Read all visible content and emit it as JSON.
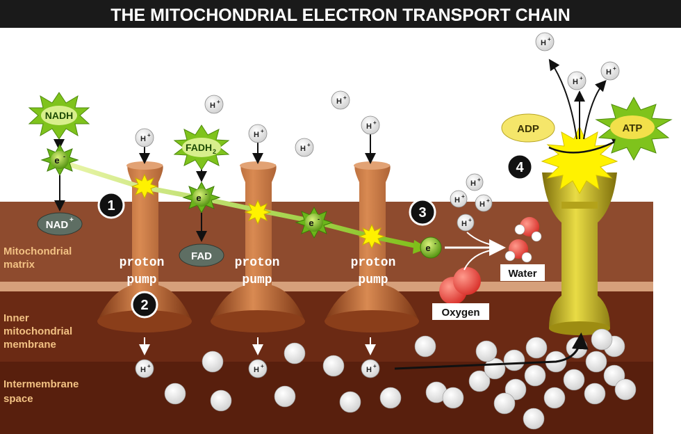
{
  "title": "THE MITOCHONDRIAL ELECTRON TRANSPORT CHAIN",
  "regions": {
    "matrix": "Mitochondrial matrix",
    "matrix_l1": "Mitochondrial",
    "matrix_l2": "matrix",
    "membrane_l1": "Inner",
    "membrane_l2": "mitochondrial",
    "membrane_l3": "membrane",
    "ims_l1": "Intermembrane",
    "ims_l2": "space"
  },
  "molecules": {
    "nadh": "NADH",
    "nad": "NAD",
    "nad_sup": "+",
    "fadh": "FADH",
    "fadh_sub": "2",
    "fad": "FAD",
    "electron": "e",
    "electron_sup": "-",
    "proton": "H",
    "proton_sup": "+",
    "adp": "ADP",
    "atp": "ATP",
    "water": "Water",
    "oxygen": "Oxygen"
  },
  "pump": {
    "line1": "proton",
    "line2": "pump"
  },
  "steps": [
    "1",
    "2",
    "3",
    "4"
  ],
  "colors": {
    "matrix": "#8b4a2f",
    "membrane": "#6e2d17",
    "ims": "#5a2210",
    "stripe": "#d6a07b",
    "pump": "#b8612d",
    "synthase": "#c9b51f",
    "electron": "#86c21b",
    "burst": "#fff200",
    "oxygen": "#e8473d"
  }
}
